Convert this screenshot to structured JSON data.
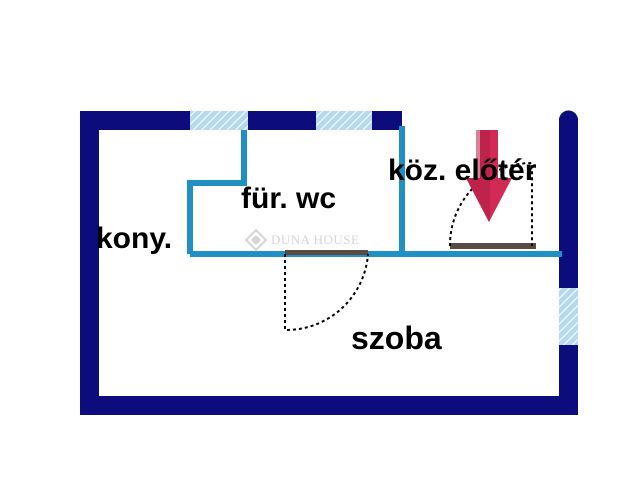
{
  "floorplan": {
    "rooms": {
      "kitchen": "kony.",
      "pantry_wc": "für. wc",
      "hall": "köz. előtér",
      "room": "szoba"
    },
    "watermark": "DUNA HOUSE",
    "colors": {
      "outer_wall": "#0c0c7c",
      "inner_wall": "#1f8fc4",
      "window_fill": "#b7d9ef",
      "door_line": "#000000",
      "door_sill": "#5b4a44",
      "entrance_arrow": "#d12a55",
      "watermark": "#8a8a8a"
    },
    "icons": {
      "entrance": "entrance-arrow-icon",
      "logo": "duna-house-logo-icon"
    }
  }
}
